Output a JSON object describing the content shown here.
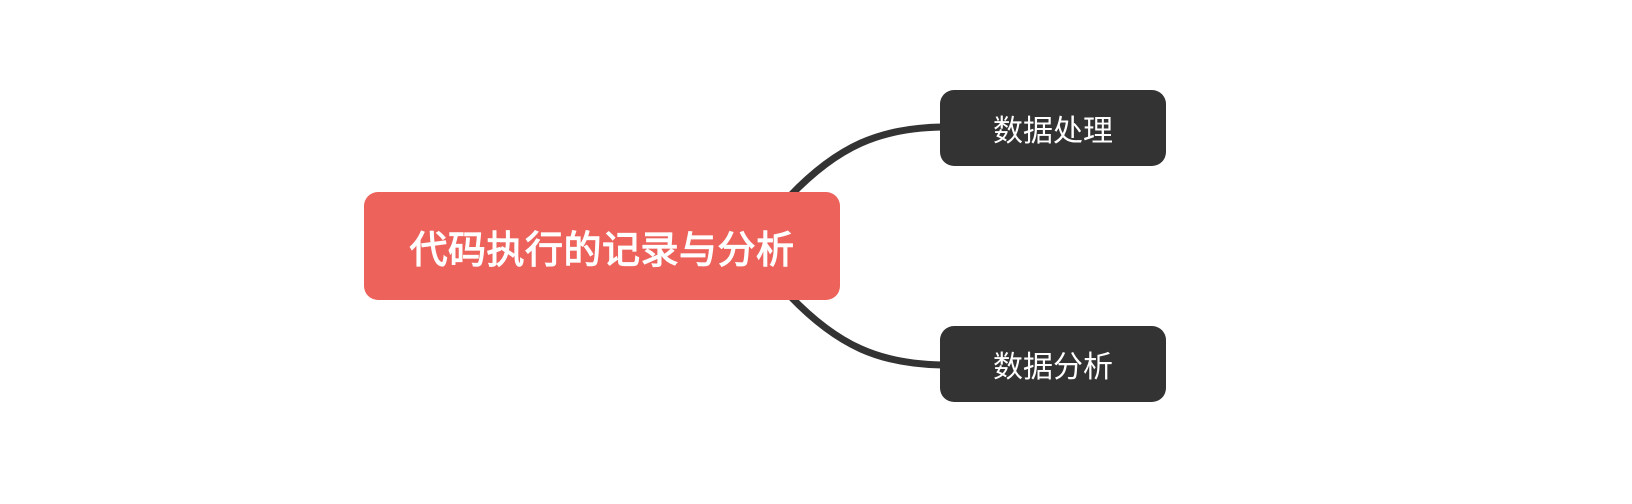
{
  "mindmap": {
    "root": {
      "label": "代码执行的记录与分析",
      "color": "#ED625B"
    },
    "branches": [
      {
        "label": "数据处理",
        "color": "#333333"
      },
      {
        "label": "数据分析",
        "color": "#333333"
      }
    ],
    "connector_color": "#333333"
  }
}
